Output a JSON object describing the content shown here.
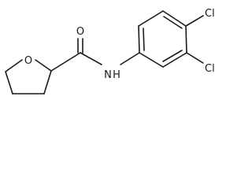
{
  "labels": {
    "ring_oxygen": "O",
    "carbonyl_oxygen": "O",
    "amide_nitrogen": "N",
    "amide_hydrogen": "H",
    "chlorine_4": "Cl",
    "chlorine_3": "Cl"
  }
}
